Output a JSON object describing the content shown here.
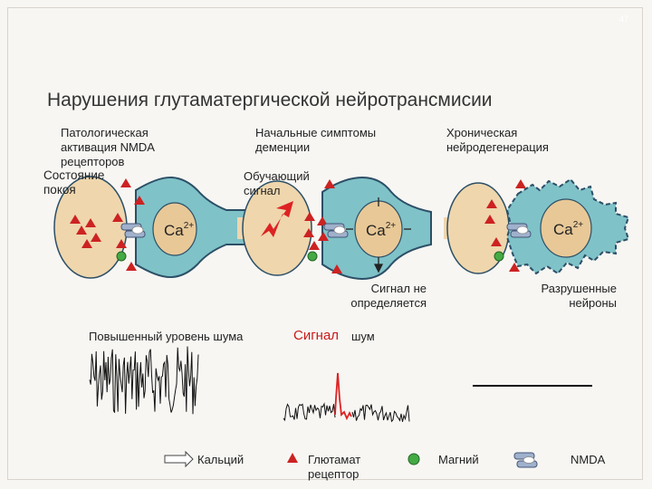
{
  "slide_number": "47",
  "title": "Нарушения глутаматергической нейротрансмисии",
  "panels": {
    "pathological": {
      "heading": [
        "Патологическая",
        "активация NMDA",
        "рецепторов"
      ],
      "state_label": [
        "Состояние",
        "покоя"
      ],
      "ion": "Ca",
      "charge": "2+"
    },
    "initial": {
      "heading": [
        "Начальные симптомы",
        "деменции"
      ],
      "signal_label": [
        "Обучающий",
        "сигнал"
      ],
      "ion": "Ca",
      "charge": "2+",
      "result_label": [
        "Сигнал не",
        "определяется"
      ]
    },
    "chronic": {
      "heading": [
        "Хроническая",
        "нейродегенерация"
      ],
      "ion": "Ca",
      "charge": "2+",
      "result_label": [
        "Разрушенные",
        "нейроны"
      ]
    }
  },
  "noise": {
    "noise_label": "Повышенный уровень шума",
    "signal_word": "Сигнал",
    "noise_word": "шум"
  },
  "legend": {
    "calcium": "Кальций",
    "glutamate": [
      "Глютамат",
      "рецептор"
    ],
    "magnesium": "Магний",
    "nmda": "NMDA"
  },
  "colors": {
    "neuron_fill": "#7fc2c8",
    "neuron_stroke": "#2c4f66",
    "presynaptic_fill": "#efd6ad",
    "calcium_fill": "#e8c897",
    "glutamate": "#cc2222",
    "magnesium": "#44aa44",
    "signal_red": "#dd2222"
  }
}
